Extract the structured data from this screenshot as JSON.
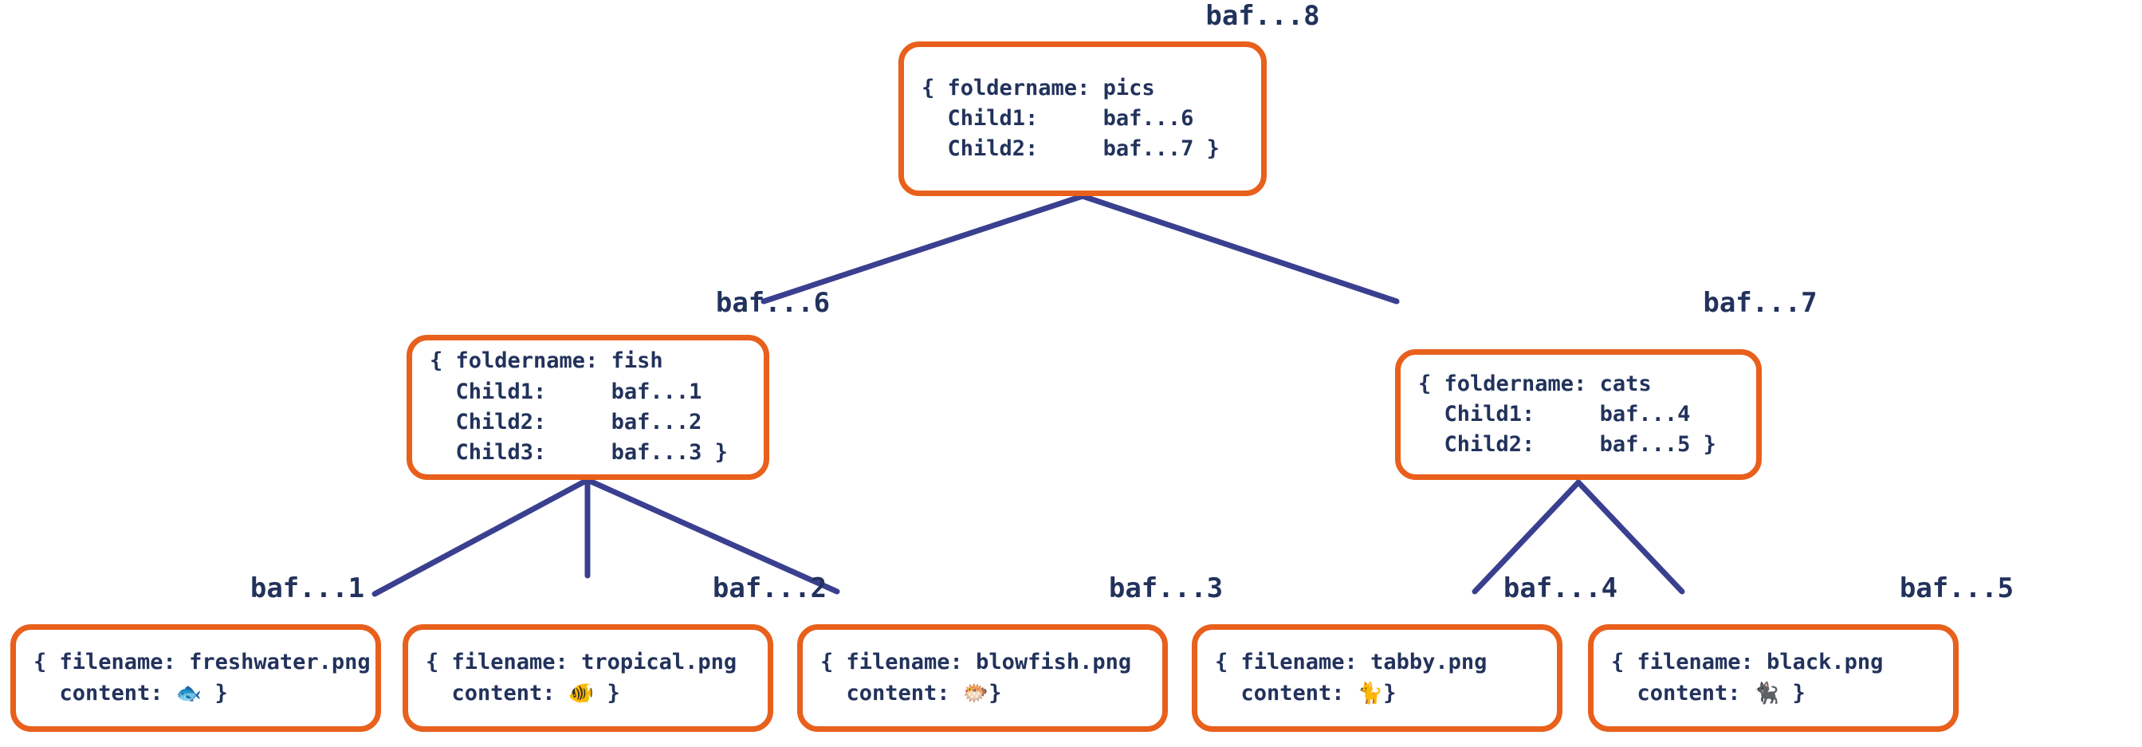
{
  "diagram": {
    "type": "merkle-dag-tree",
    "title": "",
    "colors": {
      "node_border": "#E8601C",
      "node_fill": "#FFFFFF",
      "text": "#22325C",
      "edge": "#3A3F8F",
      "background": "#FFFFFF"
    },
    "nodes": [
      {
        "id": "root",
        "label": "baf...8",
        "kind": "folder",
        "lines": [
          "{ foldername: pics",
          "  Child1:     baf...6",
          "  Child2:     baf...7 }"
        ]
      },
      {
        "id": "fish",
        "label": "baf...6",
        "kind": "folder",
        "lines": [
          "{ foldername: fish",
          "  Child1:     baf...1",
          "  Child2:     baf...2",
          "  Child3:     baf...3 }"
        ]
      },
      {
        "id": "cats",
        "label": "baf...7",
        "kind": "folder",
        "lines": [
          "{ foldername: cats",
          "  Child1:     baf...4",
          "  Child2:     baf...5 }"
        ]
      },
      {
        "id": "freshwater",
        "label": "baf...1",
        "kind": "file",
        "line1": "{ filename: freshwater.png",
        "line2_prefix": "  content: ",
        "emoji": "🐟",
        "emoji_name": "fish-emoji",
        "line2_suffix": " }"
      },
      {
        "id": "tropical",
        "label": "baf...2",
        "kind": "file",
        "line1": "{ filename: tropical.png",
        "line2_prefix": "  content: ",
        "emoji": "🐠",
        "emoji_name": "tropical-fish-emoji",
        "line2_suffix": " }"
      },
      {
        "id": "blowfish",
        "label": "baf...3",
        "kind": "file",
        "line1": "{ filename: blowfish.png",
        "line2_prefix": "  content: ",
        "emoji": "🐡",
        "emoji_name": "blowfish-emoji",
        "line2_suffix": "}"
      },
      {
        "id": "tabby",
        "label": "baf...4",
        "kind": "file",
        "line1": "{ filename: tabby.png",
        "line2_prefix": "  content: ",
        "emoji": "🐈",
        "emoji_name": "cat-emoji",
        "line2_suffix": "}"
      },
      {
        "id": "black",
        "label": "baf...5",
        "kind": "file",
        "line1": "{ filename: black.png",
        "line2_prefix": "  content: ",
        "emoji": "🐈‍⬛",
        "emoji_name": "black-cat-emoji",
        "line2_suffix": " }"
      }
    ],
    "edges": [
      {
        "from": "root",
        "to": "fish"
      },
      {
        "from": "root",
        "to": "cats"
      },
      {
        "from": "fish",
        "to": "freshwater"
      },
      {
        "from": "fish",
        "to": "tropical"
      },
      {
        "from": "fish",
        "to": "blowfish"
      },
      {
        "from": "cats",
        "to": "tabby"
      },
      {
        "from": "cats",
        "to": "black"
      }
    ]
  }
}
